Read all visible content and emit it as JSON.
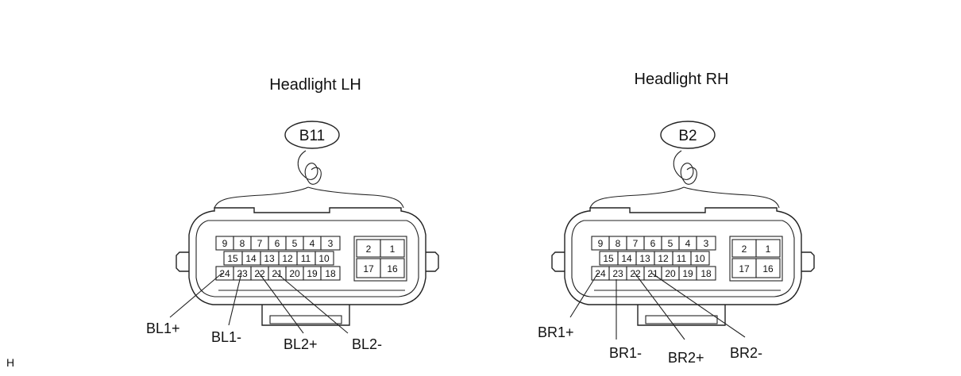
{
  "footer_mark": "H",
  "connectors": [
    {
      "title": "Headlight LH",
      "code": "B11",
      "pins_row1": [
        "9",
        "8",
        "7",
        "6",
        "5",
        "4",
        "3"
      ],
      "pins_row2": [
        "15",
        "14",
        "13",
        "12",
        "11",
        "10"
      ],
      "pins_row3": [
        "24",
        "23",
        "22",
        "21",
        "20",
        "19",
        "18"
      ],
      "pins_right": [
        "2",
        "1",
        "17",
        "16"
      ],
      "signals": [
        {
          "label": "BL1+",
          "pin": "24"
        },
        {
          "label": "BL1-",
          "pin": "23"
        },
        {
          "label": "BL2+",
          "pin": "22"
        },
        {
          "label": "BL2-",
          "pin": "21"
        }
      ]
    },
    {
      "title": "Headlight RH",
      "code": "B2",
      "pins_row1": [
        "9",
        "8",
        "7",
        "6",
        "5",
        "4",
        "3"
      ],
      "pins_row2": [
        "15",
        "14",
        "13",
        "12",
        "11",
        "10"
      ],
      "pins_row3": [
        "24",
        "23",
        "22",
        "21",
        "20",
        "19",
        "18"
      ],
      "pins_right": [
        "2",
        "1",
        "17",
        "16"
      ],
      "signals": [
        {
          "label": "BR1+",
          "pin": "24"
        },
        {
          "label": "BR1-",
          "pin": "23"
        },
        {
          "label": "BR2+",
          "pin": "22"
        },
        {
          "label": "BR2-",
          "pin": "21"
        }
      ]
    }
  ]
}
